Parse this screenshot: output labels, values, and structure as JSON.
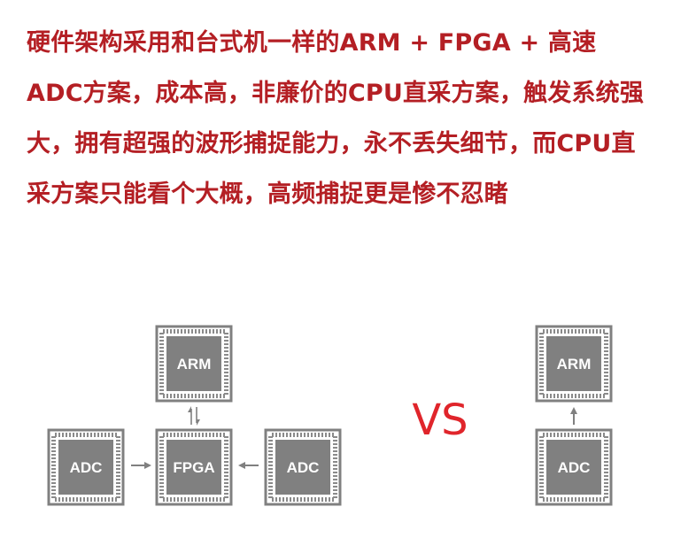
{
  "headline": "硬件架构采用和台式机一样的ARM + FPGA + 高速ADC方案，成本高，非廉价的CPU直采方案，触发系统强大，拥有超强的波形捕捉能力，永不丢失细节，而CPU直采方案只能看个大概，高频捕捉更是惨不忍睹",
  "vs_label": "VS",
  "left_architecture": {
    "arm_label": "ARM",
    "fpga_label": "FPGA",
    "adc_left_label": "ADC",
    "adc_right_label": "ADC"
  },
  "right_architecture": {
    "arm_label": "ARM",
    "adc_label": "ADC"
  },
  "colors": {
    "headline": "#b41f24",
    "vs": "#e0252b",
    "chip_fill": "#808080",
    "chip_pin": "#8a8a8a",
    "arrow": "#808080"
  }
}
